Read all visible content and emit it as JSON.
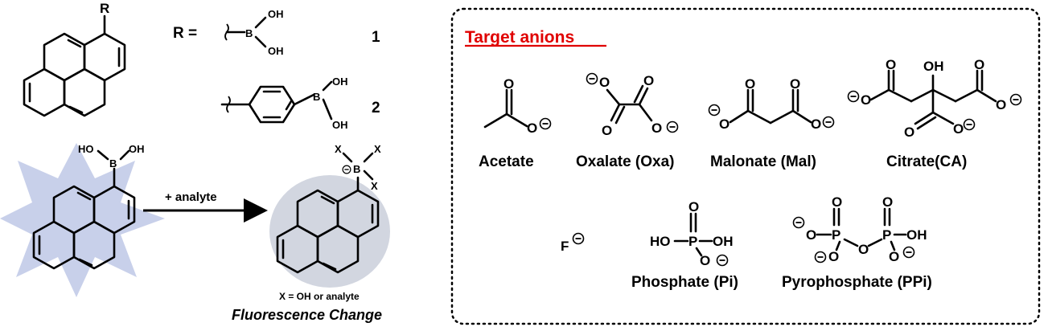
{
  "left": {
    "substituent_label": "R",
    "r_equals": "R =",
    "compound_1": "1",
    "compound_2": "2",
    "oh": "OH",
    "ho": "HO",
    "b": "B",
    "x": "X",
    "arrow_label": "+ analyte",
    "x_definition": "X = OH or analyte",
    "caption": "Fluorescence Change",
    "burst_color": "#c8d0ea",
    "circle_color": "#d2d6e0"
  },
  "right": {
    "title": "Target anions",
    "title_color": "#e00000",
    "o": "O",
    "p": "P",
    "f": "F",
    "oh": "OH",
    "ho": "HO",
    "minus": "−",
    "anions": {
      "acetate": "Acetate",
      "oxalate": "Oxalate (Oxa)",
      "malonate": "Malonate (Mal)",
      "citrate": "Citrate(CA)",
      "phosphate": "Phosphate (Pi)",
      "pyrophosphate": "Pyrophosphate (PPi)"
    }
  }
}
